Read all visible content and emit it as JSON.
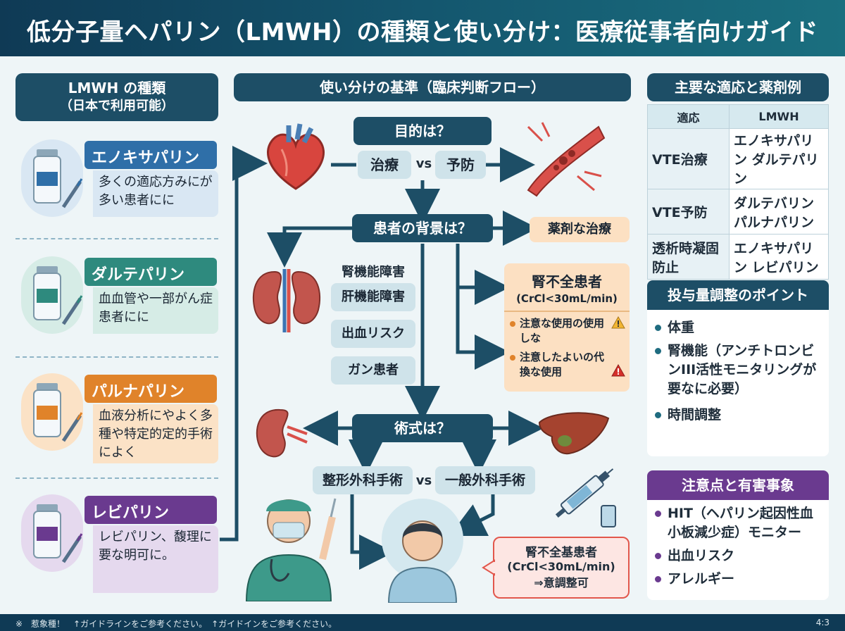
{
  "header": {
    "title": "低分子量ヘパリン（LMWH）の種類と使い分け：医療従事者向けガイド"
  },
  "left": {
    "title_line1": "LMWH の種類",
    "title_line2": "（日本で利用可能）",
    "drugs": [
      {
        "name": "エノキサパリン",
        "desc": "多くの適応方みにが多い患者にに",
        "color": "#2f6fa8",
        "bg": "#d9e7f3"
      },
      {
        "name": "ダルテパリン",
        "desc": "血血管や一部がん症患者にに",
        "color": "#2e8a7e",
        "bg": "#d6ece6"
      },
      {
        "name": "パルナパリン",
        "desc": "血液分析にやよく多種や特定的定的手術によく",
        "color": "#e0832a",
        "bg": "#fbe2c6"
      },
      {
        "name": "レビパリン",
        "desc": "レビパリン、馥理に要な明可に。",
        "color": "#6a3a8f",
        "bg": "#e5d9ee"
      }
    ]
  },
  "flow": {
    "title": "使い分けの基準（臨床判断フロー）",
    "q1": "目的は？",
    "treat": "治療",
    "vs1": "vs",
    "prevent": "予防",
    "q2": "患者の背景は？",
    "drug_treat": "薬剤な治療",
    "renal": "腎機能障害",
    "hepatic": "肝機能障害",
    "bleed": "出血リスク",
    "cancer": "ガン患者",
    "renal_fail_title": "腎不全患者",
    "renal_fail_sub": "(CrCl<30mL/min)",
    "caution1": "注意な使用の使用しな",
    "caution2": "注意したよいの代換な使用",
    "q3": "術式は？",
    "ortho": "整形外科手術",
    "vs2": "vs",
    "general": "一般外科手術",
    "bubble_line1": "腎不全基患者",
    "bubble_line2": "(CrCl<30mL/min)",
    "bubble_line3": "⇒意調整可"
  },
  "right": {
    "table_title": "主要な適応と薬剤例",
    "col1": "適応",
    "col2": "LMWH",
    "rows": [
      {
        "ind": "VTE治療",
        "drugs": "エノキサパリン ダルテパリン"
      },
      {
        "ind": "VTE予防",
        "drugs": "ダルテバリン パルナパリン"
      },
      {
        "ind": "透析時凝固防止",
        "drugs": "エノキサパリン レビパリン"
      }
    ],
    "dose_title": "投与量調整のポイント",
    "dose_items": [
      "体重",
      "腎機能（アンチトロンビンIII活性モニタリングが要なに必要）",
      "時間調整"
    ],
    "ae_title": "注意点と有害事象",
    "ae_items": [
      "HIT（ヘパリン起因性血小板減少症）モニター",
      "出血リスク",
      "アレルギー"
    ]
  },
  "footer": {
    "note": "※　惹象種！　↑ガイドラインをご参考ください。　↑ガイドインをご参考ください。",
    "page": "4:3"
  },
  "colors": {
    "navy": "#1d4e66",
    "light_teal": "#cfe3ea",
    "orange": "#fce0c2",
    "purple": "#6a3a8f"
  },
  "icons": [
    "heart-icon",
    "vein-icon",
    "kidney-icon",
    "liver-icon",
    "syringe-icon",
    "surgeon-icon",
    "patient-icon",
    "vial-icon",
    "warning-icon"
  ]
}
